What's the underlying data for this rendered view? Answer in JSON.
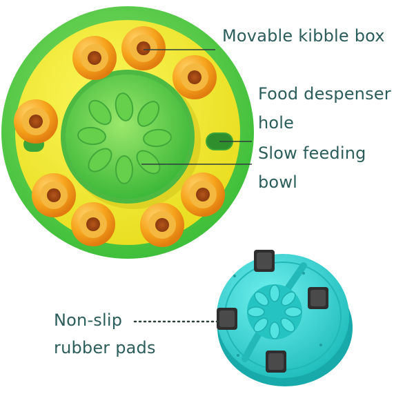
{
  "labels": {
    "kibble_box": "Movable kibble box",
    "dispenser_line1": "Food despenser",
    "dispenser_line2": "hole",
    "bowl_line1": "Slow feeding",
    "bowl_line2": "bowl",
    "pads_line1": "Non-slip",
    "pads_line2": "rubber pads"
  },
  "colors": {
    "label_text": "#2b5d5a",
    "outer_rim": "#5fd35a",
    "yellow_ring": "#f3ee2f",
    "inner_bowl": "#58c94a",
    "kibble_box": "#f7a51c",
    "base_teal": "#2fd3d2",
    "rubber_pad": "#3a3a3a"
  }
}
